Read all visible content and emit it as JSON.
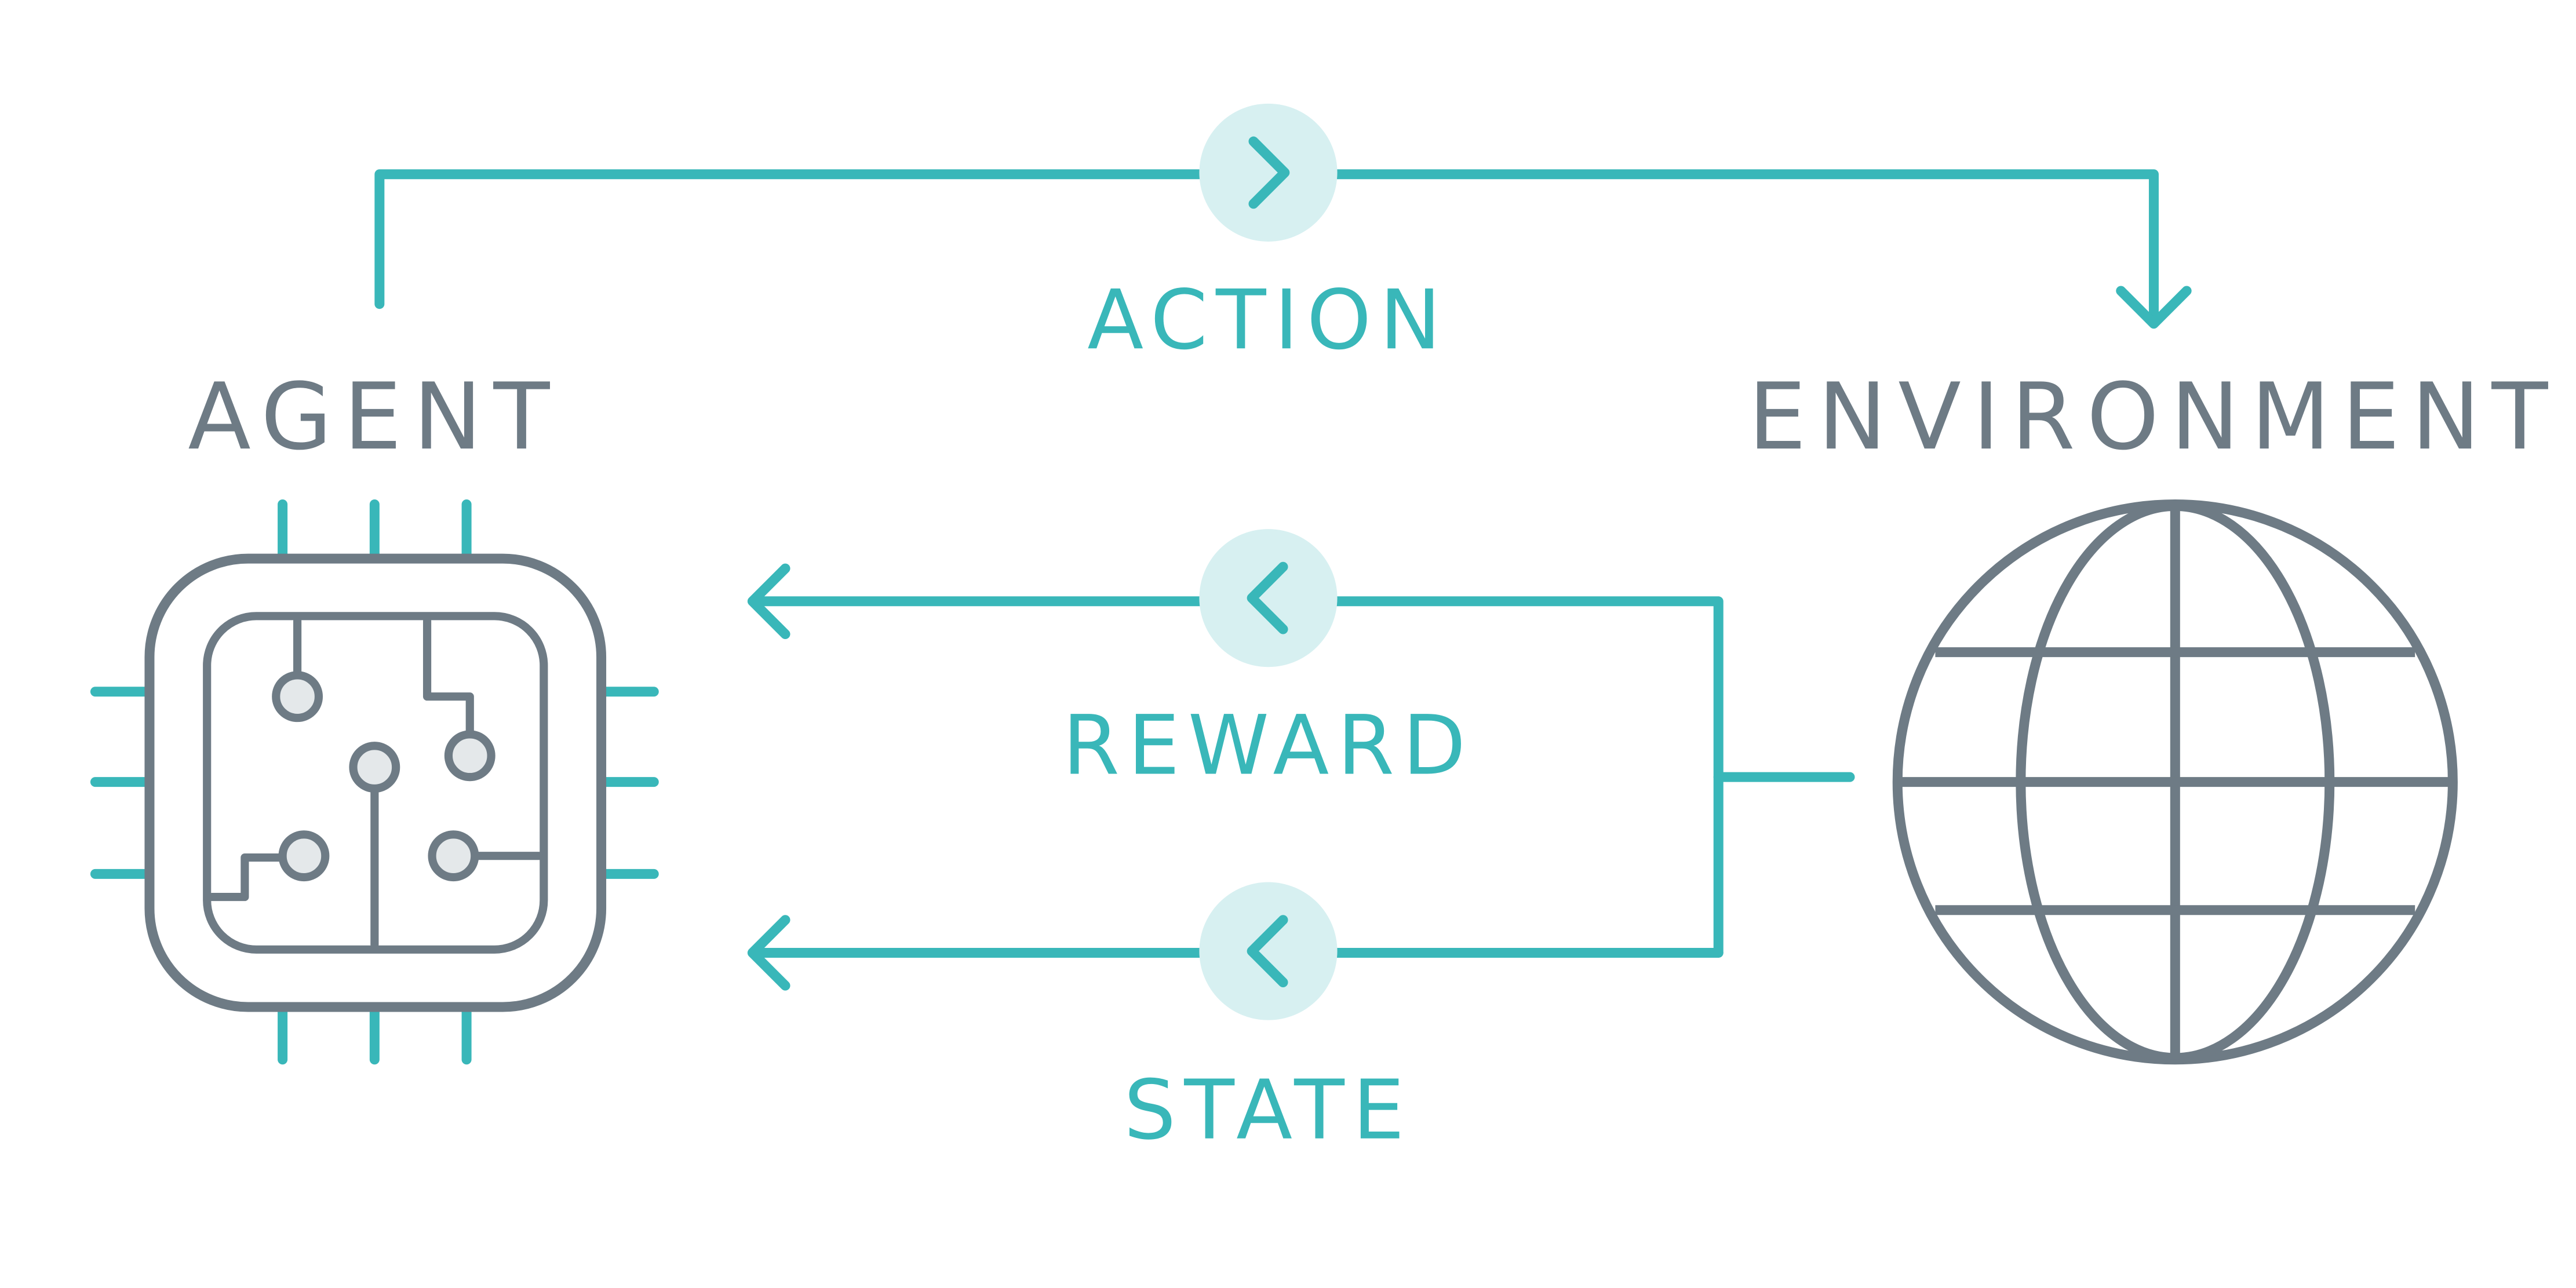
{
  "labels": {
    "agent": "AGENT",
    "environment": "ENVIRONMENT",
    "action": "ACTION",
    "reward": "REWARD",
    "state": "STATE"
  },
  "colors": {
    "background": "#ffffff",
    "teal": "#39b7b9",
    "teal_light": "#d7f0f1",
    "gray": "#6e7b85"
  },
  "icons": {
    "agent": "chip-icon",
    "environment": "globe-icon",
    "action": "chevron-right-icon",
    "reward": "chevron-left-icon",
    "state": "chevron-left-icon"
  }
}
